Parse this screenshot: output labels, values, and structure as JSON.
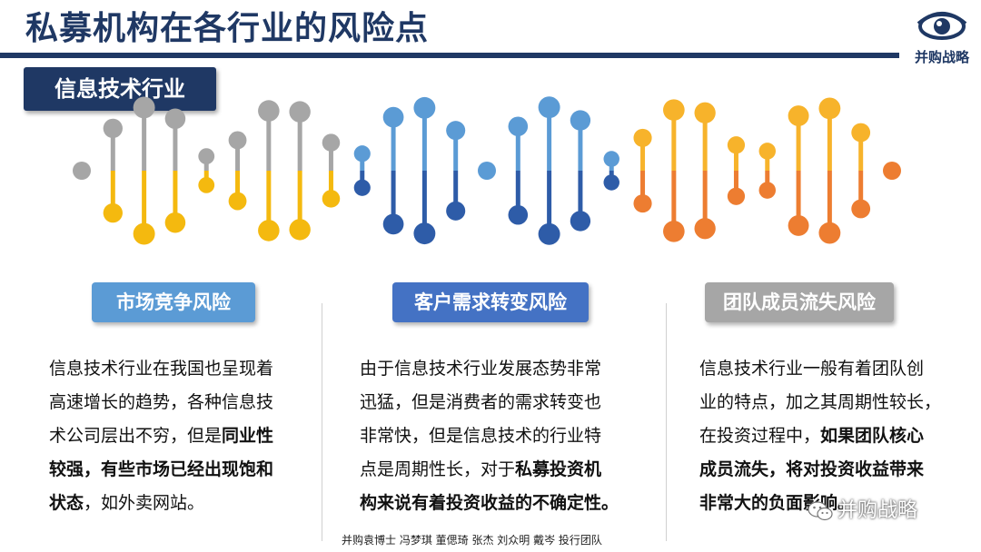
{
  "header": {
    "title": "私募机构在各行业的风险点",
    "logo_text": "并购战略",
    "logo_icon": "eye-icon",
    "accent_color": "#1f3864"
  },
  "section": {
    "label": "信息技术行业"
  },
  "dna": {
    "colors": {
      "gray": "#a6a6a6",
      "yellow": "#f4b90f",
      "blue_light": "#5b9bd5",
      "blue_dark": "#2e5ca8",
      "orange_light": "#f7b32b",
      "orange_dark": "#ed7d31"
    }
  },
  "columns": [
    {
      "badge": "市场竞争风险",
      "badge_color": "#5b9bd5",
      "lines": [
        [
          {
            "t": "信息技术行业在我国也呈现着",
            "b": false
          }
        ],
        [
          {
            "t": "高速增长的趋势，各种信息技",
            "b": false
          }
        ],
        [
          {
            "t": "术公司层出不穷，但是",
            "b": false
          },
          {
            "t": "同业性",
            "b": true
          }
        ],
        [
          {
            "t": "较强，有些市场已经出现饱和",
            "b": true
          }
        ],
        [
          {
            "t": "状态",
            "b": true
          },
          {
            "t": "，如外卖网站。",
            "b": false
          }
        ]
      ]
    },
    {
      "badge": "客户需求转变风险",
      "badge_color": "#4472c4",
      "lines": [
        [
          {
            "t": "由于信息技术行业发展态势非常",
            "b": false
          }
        ],
        [
          {
            "t": "迅猛，但是消费者的需求转变也",
            "b": false
          }
        ],
        [
          {
            "t": "非常快，但是信息技术的行业特",
            "b": false
          }
        ],
        [
          {
            "t": "点是周期性长，对于",
            "b": false
          },
          {
            "t": "私募投资机",
            "b": true
          }
        ],
        [
          {
            "t": "构来说有着投资收益的不确定性。",
            "b": true
          }
        ]
      ]
    },
    {
      "badge": "团队成员流失风险",
      "badge_color": "#a6a6a6",
      "lines": [
        [
          {
            "t": "信息技术行业一般有着团队创",
            "b": false
          }
        ],
        [
          {
            "t": "业的特点，加之其周期性较长，",
            "b": false
          }
        ],
        [
          {
            "t": "在投资过程中，",
            "b": false
          },
          {
            "t": "如果团队核心",
            "b": true
          }
        ],
        [
          {
            "t": "成员流失，将对投资收益带来",
            "b": true
          }
        ],
        [
          {
            "t": "非常大的负面影响。",
            "b": true
          }
        ]
      ]
    }
  ],
  "footer": {
    "credits": "并购袁博士 冯梦琪 董偲琦 张杰 刘众明 戴岑 投行团队"
  },
  "watermark": {
    "text": "并购战略",
    "icon": "wechat-icon"
  }
}
